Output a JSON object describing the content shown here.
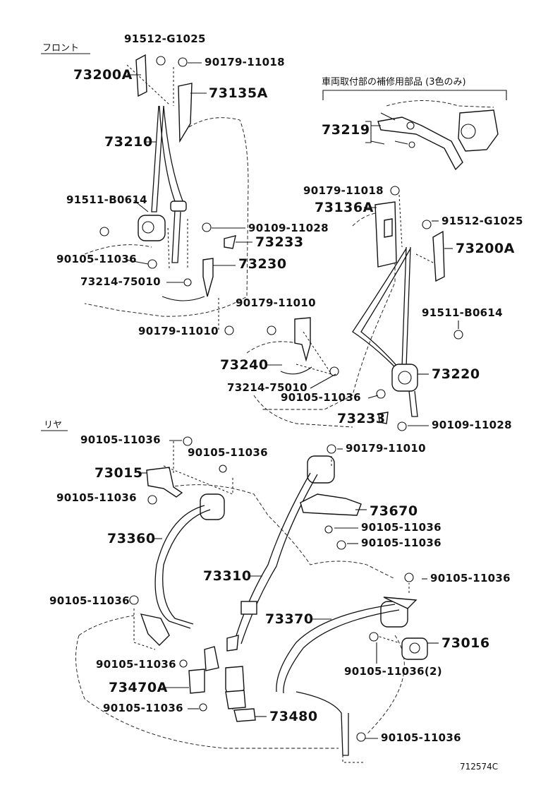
{
  "section_labels": {
    "front": "フロント",
    "rear": "リヤ",
    "repair_note": "車両取付部の補修用部品 (3色のみ)"
  },
  "drawing_code": "712574C",
  "parts": {
    "p1": "91512-G1025",
    "p2": "90179-11018",
    "p3": "73200A",
    "p4": "73135A",
    "p5": "73210",
    "p6": "91511-B0614",
    "p7": "90109-11028",
    "p8": "73233",
    "p9": "90105-11036",
    "p10": "73230",
    "p11": "73214-75010",
    "p12": "90179-11010",
    "p13": "73219",
    "p14": "90179-11018",
    "p15": "73136A",
    "p16": "91512-G1025",
    "p17": "73200A",
    "p18": "90179-11010",
    "p19": "91511-B0614",
    "p20": "73240",
    "p21": "73220",
    "p22": "73214-75010",
    "p23": "90105-11036",
    "p24": "73233",
    "p25": "90109-11028",
    "p26": "90105-11036",
    "p27": "90105-11036",
    "p28": "90179-11010",
    "p29": "73015",
    "p30": "90105-11036",
    "p31": "73670",
    "p32": "90105-11036",
    "p33": "73360",
    "p34": "90105-11036",
    "p35": "73310",
    "p36": "90105-11036",
    "p37": "90105-11036",
    "p38": "73370",
    "p39": "73016",
    "p40": "90105-11036",
    "p41": "90105-11036(2)",
    "p42": "73470A",
    "p43": "90105-11036",
    "p44": "73480",
    "p45": "90105-11036"
  }
}
